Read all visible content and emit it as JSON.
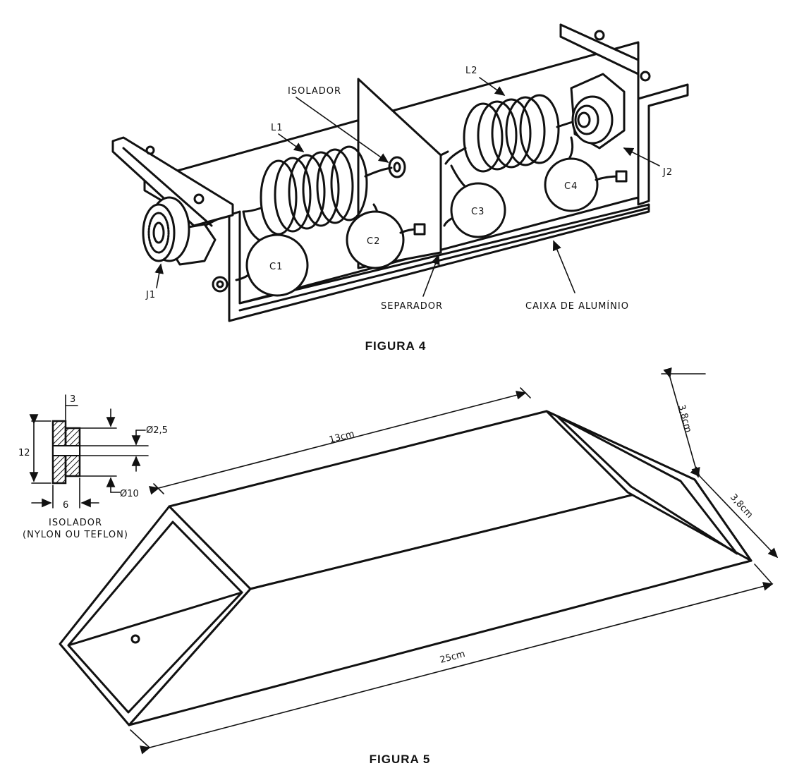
{
  "figure4": {
    "caption": "FIGURA 4",
    "labels": {
      "isolador": "ISOLADOR",
      "l1": "L1",
      "l2": "L2",
      "c1": "C1",
      "c2": "C2",
      "c3": "C3",
      "c4": "C4",
      "j1": "J1",
      "j2": "J2",
      "separador": "SEPARADOR",
      "caixa": "CAIXA DE ALUMÍNIO"
    }
  },
  "figure5": {
    "caption": "FIGURA 5",
    "dimensions": {
      "length_13": "13cm",
      "length_25": "25cm",
      "height_38": "3,8cm",
      "width_38": "3,8cm"
    },
    "isolador_detail": {
      "dim_3": "3",
      "dim_12": "12",
      "dim_6": "6",
      "dim_d25": "Ø2,5",
      "dim_d10": "Ø10",
      "title": "ISOLADOR",
      "subtitle": "(NYLON OU TEFLON)"
    }
  }
}
